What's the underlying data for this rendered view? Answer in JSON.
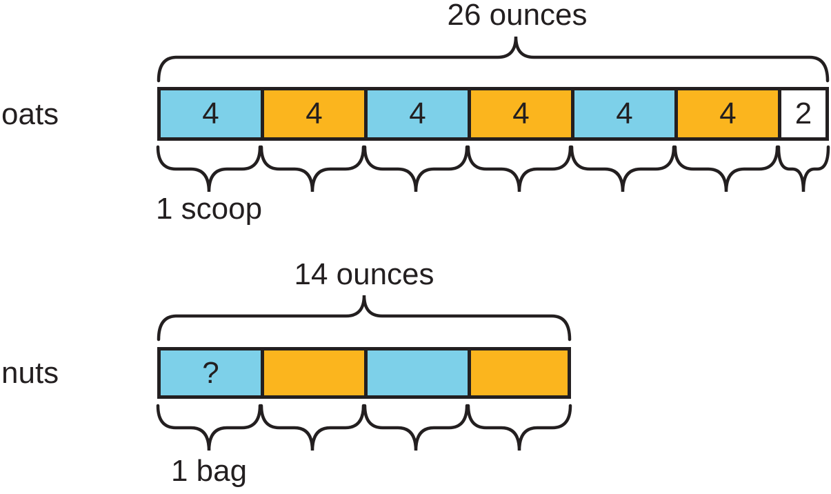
{
  "diagram": {
    "ink_color": "#231F20",
    "palette": {
      "blue": "#7DD0E9",
      "orange": "#FBB51E",
      "white": "#FFFFFF"
    },
    "rows": [
      {
        "label": "oats",
        "total_label": "26 ounces",
        "unit_label": "1 scoop",
        "segments": [
          {
            "value": "4",
            "color": "blue"
          },
          {
            "value": "4",
            "color": "orange"
          },
          {
            "value": "4",
            "color": "blue"
          },
          {
            "value": "4",
            "color": "orange"
          },
          {
            "value": "4",
            "color": "blue"
          },
          {
            "value": "4",
            "color": "orange"
          },
          {
            "value": "2",
            "color": "white"
          }
        ]
      },
      {
        "label": "nuts",
        "total_label": "14 ounces",
        "unit_label": "1 bag",
        "segments": [
          {
            "value": "?",
            "color": "blue"
          },
          {
            "value": "",
            "color": "orange"
          },
          {
            "value": "",
            "color": "blue"
          },
          {
            "value": "",
            "color": "orange"
          }
        ]
      }
    ]
  }
}
